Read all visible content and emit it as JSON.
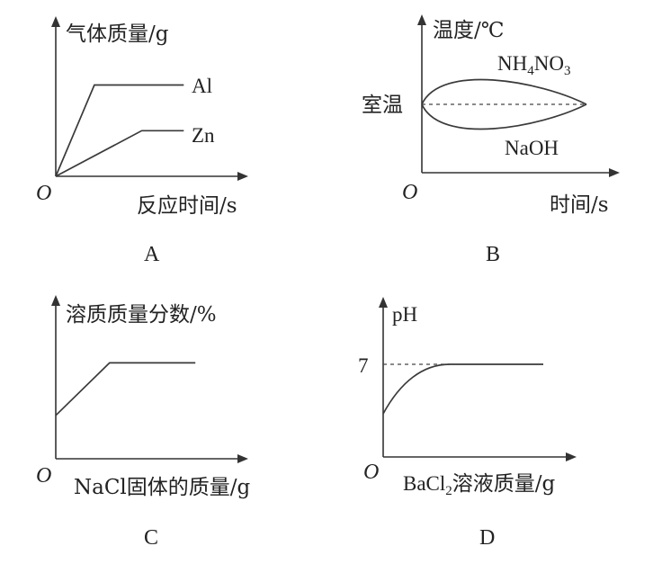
{
  "chart_data": [
    {
      "panel": "A",
      "type": "line",
      "ylabel": "气体质量/g",
      "xlabel": "反应时间/s",
      "origin": "O",
      "series": [
        {
          "name": "Al",
          "points": [
            [
              0,
              0
            ],
            [
              0.22,
              0.58
            ],
            [
              0.73,
              0.58
            ]
          ]
        },
        {
          "name": "Zn",
          "points": [
            [
              0,
              0
            ],
            [
              0.49,
              0.29
            ],
            [
              0.73,
              0.29
            ]
          ]
        }
      ]
    },
    {
      "panel": "B",
      "type": "line",
      "ylabel": "温度/℃",
      "xlabel": "时间/s",
      "origin": "O",
      "reference_label": "室温",
      "series": [
        {
          "name": "NH4NO3",
          "name_main": "NH",
          "name_sub": "4",
          "name_tail": "NO",
          "name_sub2": "3",
          "trend": "rises above 室温 then returns"
        },
        {
          "name": "NaOH",
          "trend": "falls below 室温 then returns"
        }
      ]
    },
    {
      "panel": "C",
      "type": "line",
      "ylabel": "溶质质量分数/%",
      "xlabel": "NaCl固体的质量/g",
      "origin": "O",
      "series": [
        {
          "name": "",
          "points": [
            [
              0,
              0.28
            ],
            [
              0.32,
              0.62
            ],
            [
              0.83,
              0.62
            ]
          ]
        }
      ]
    },
    {
      "panel": "D",
      "type": "line",
      "ylabel": "pH",
      "xlabel_main": "BaCl",
      "xlabel_sub": "2",
      "xlabel_tail": "溶液质量/g",
      "origin": "O",
      "reference_label": "7",
      "series": [
        {
          "name": "",
          "trend": "starts below 7, rises to 7, then stays at 7"
        }
      ]
    }
  ]
}
